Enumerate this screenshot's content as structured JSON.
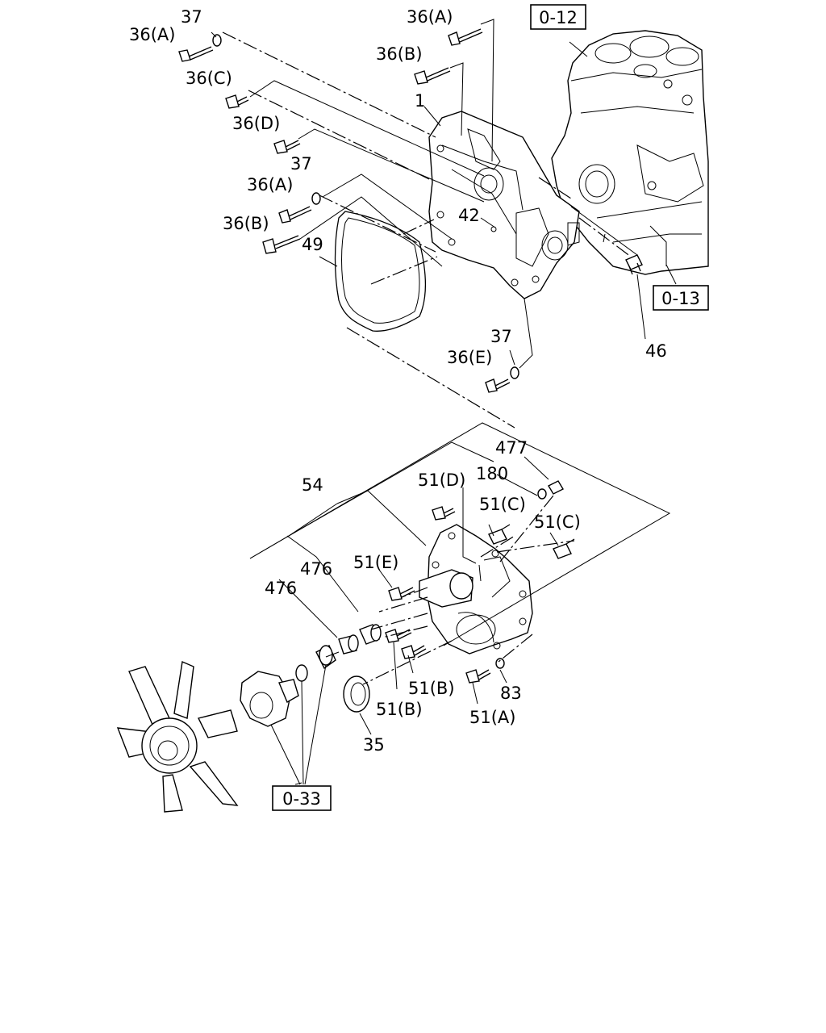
{
  "labels": {
    "l36a_top_left": "36(A)",
    "l37_top_left": "37",
    "l36a_top": "36(A)",
    "l36b_top": "36(B)",
    "l36c": "36(C)",
    "l1": "1",
    "l36d": "36(D)",
    "l37_mid": "37",
    "l36a_mid": "36(A)",
    "l42": "42",
    "l36b_mid": "36(B)",
    "l49": "49",
    "l37_low": "37",
    "l36e": "36(E)",
    "l46": "46",
    "l477": "477",
    "l180": "180",
    "l54": "54",
    "l51d": "51(D)",
    "l51c_a": "51(C)",
    "l51c_b": "51(C)",
    "l476_a": "476",
    "l51e": "51(E)",
    "l476_b": "476",
    "l51b_a": "51(B)",
    "l83": "83",
    "l51b_b": "51(B)",
    "l51a": "51(A)",
    "l35": "35"
  },
  "refs": {
    "r012": "0-12",
    "r013": "0-13",
    "r033": "0-33"
  }
}
